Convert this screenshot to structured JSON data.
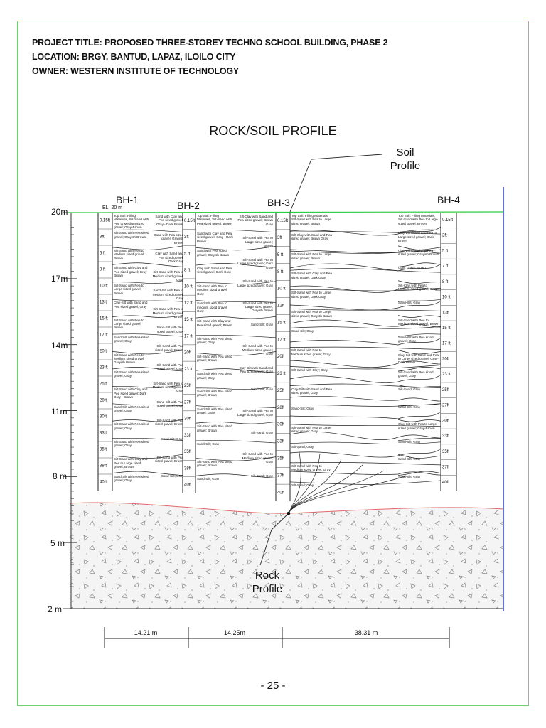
{
  "header": {
    "project_title": "PROJECT TITLE: PROPOSED THREE-STOREY TECHNO SCHOOL BUILDING, PHASE 2",
    "location": "LOCATION: BRGY. BANTUD, LAPAZ, ILOILO CITY",
    "owner": "OWNER: WESTERN INSTITUTE OF TECHNOLOGY"
  },
  "diagram": {
    "title": "ROCK/SOIL PROFILE",
    "soil_profile_label": [
      "Soil",
      "Profile"
    ],
    "rock_profile_label": [
      "Rock",
      "Profile"
    ],
    "el_label": "EL. 20 m",
    "elevations": [
      "20m",
      "17m",
      "14m",
      "11m",
      "8 m",
      "5 m",
      "2 m"
    ],
    "boreholes": [
      "BH-1",
      "BH-2",
      "BH-3",
      "BH-4"
    ],
    "distances": [
      "14.21 m",
      "14.25m",
      "38.31 m"
    ],
    "depths": {
      "bh1": [
        "0.15ft",
        "3ft",
        "6 ft",
        "8 ft",
        "10 ft",
        "13ft",
        "15 ft",
        "17 ft",
        "20ft",
        "23 ft",
        "25ft",
        "28ft",
        "30ft",
        "33ft",
        "35ft",
        "38ft",
        "40ft"
      ],
      "bh2": [
        "0.15ft",
        "3ft",
        "5 ft",
        "8 ft",
        "10 ft",
        "12 ft",
        "15 ft",
        "17 ft",
        "20ft",
        "23 ft",
        "25ft",
        "27ft",
        "30ft",
        "33ft",
        "35ft",
        "38ft",
        "40ft"
      ],
      "bh3": [
        "0.15ft",
        "3ft",
        "5 ft",
        "8 ft",
        "10 ft",
        "12ft",
        "15 ft",
        "17 ft",
        "20ft",
        "23 ft",
        "25ft",
        "28ft",
        "30ft",
        "33ft",
        "35ft",
        "37ft",
        "40ft"
      ],
      "bh4": [
        "0.15ft",
        "2ft",
        "5 ft",
        "7 ft",
        "8 ft",
        "10 ft",
        "13ft",
        "15 ft",
        "17 ft",
        "20ft",
        "23 ft",
        "25ft",
        "27ft",
        "30ft",
        "33ft",
        "35ft",
        "37ft",
        "40ft"
      ]
    },
    "layers": {
      "bh1": [
        "Top Soil: Filling Materials, Silt-Sand with Pea to Medium sized gravel; Gray-Brown",
        "Silt-Sand with Pea sized gravel; Grayish Brown",
        "Silt-Sand with Pea to Medium sized gravel; Brown",
        "Silt-Sand with Clay and Pea sized gravel; Gray-Brown",
        "Silt-Sand with Pea to Large sized gravel; Brown",
        "Clay-Silt with Sand and Pea sized gravel; Gray",
        "Silt-Sand with Pea to Large sized gravel; Brown",
        "Sand-Silt with Pea sized gravel; Gray",
        "Silt-Sand with Pea to Medium sized gravel; Grayish Brown",
        "Silt-Sand with Pea sized gravel; Gray",
        "Silt-Sand with Clay and Pea sized gravel; Dark Gray - Brown",
        "Sand-Silt with Pea sized gravel; Gray",
        "Silt-Sand with Pea sized gravel; Gray",
        "Silt-Sand with Pea sized gravel; Gray",
        "Silt-Sand with Clay and Pea to Large sized gravel; Brown",
        "Sand-Silt with Pea sized gravel; Gray"
      ],
      "bh1_right": [
        "Sand with Clay and Pea sized gravel; Gray - Dark Brown",
        "Sand with Pea sized gravel; Grayish Brown",
        "Clay with Sand and Pea sized gravel; Dark Gray",
        "Silt-Sand with Pea to Medium sized gravel; Gray",
        "Sand-Silt with Pea to medium sized gravel; Gray",
        "Silt-Sand with Pea to Medium sized gravel; Brown",
        "Sand-Silt with Pea sized gravel; Gray",
        "Silt-Sand with Pea sized gravel; Brown",
        "Silt-Sand with Pea sized gravel; Gray",
        "Silt-Sand with Pea to Medium sized gravel; Gray",
        "Sand-Silt with Pea sized gravel; Gray",
        "Silt-Sand with Pea sized gravel; Brown",
        "Sand-Silt; Gray",
        "Silt-Sand with Pea sized gravel; Brown",
        "Sand-Silt; Gray"
      ],
      "bh2": [
        "Top Soil: Filling Materials, Silt-Sand with Pea sized gravel; Brown",
        "Sand with Clay and Pea sized gravel; Gray - Dark Brown",
        "Sand with Pea sized gravel; Grayish Brown",
        "Clay with Sand and Pea sized gravel; Dark Gray",
        "Silt-Sand with Pea to Medium sized gravel; Gray",
        "Sand-Silt with Pea to medium sized gravel; Gray",
        "Silt-Sand with Clay and Pea sized gravel; Brown",
        "Silt-Sand with Pea sized gravel; Gray",
        "Silt-Sand with Pea sized gravel; Brown",
        "Sand-Silt with Pea sized gravel; Gray",
        "Sand-Silt with Pea sized gravel; Brown",
        "Sand-Silt with Pea sized gravel; Gray",
        "Silt-Sand with Pea sized gravel; Brown",
        "Sand-Silt; Gray",
        "Silt-Sand with Pea sized gravel; Brown",
        "Sand-Silt; Gray"
      ],
      "bh2_right": [
        "Silt-Clay with Sand and Pea sized gravel; Brown Gray",
        "Silt-Sand with Pea to Large sized gravel; Brown",
        "Silt-Sand with Pea to Large sized gravel; Dark Gray",
        "Silt-Sand with Pea to Large sized gravel; Gray",
        "Silt-Sand with Pea to Large sized gravel; Grayish Brown",
        "Sand-Silt; Gray",
        "Silt-Sand with Pea to Medium sized gravel; Gray",
        "Clay-Silt with Sand and Pea sized gravel; Gray",
        "Sand-Silt; Gray",
        "Silt-Sand with Pea to Large sized gravel; Gray",
        "Silt-Sand; Gray",
        "Silt-Sand with Pea to Medium sized gravel; Gray",
        "Silt-Sand; Gray"
      ],
      "bh3": [
        "Top Soil: Filling Materials, Silt-Sand with Pea to Large sized gravel; Brown",
        "Silt-Clay with Sand and Pea sized gravel; Brown Gray",
        "Silt-Sand with Pea to Large sized gravel; Brown",
        "Silt-Sand with Clay and Pea sized gravel; Dark Gray",
        "Silt-Sand with Pea to Large sized gravel; Dark Gray",
        "Silt-Sand with Pea to Large sized gravel; Grayish Brown",
        "Sand-Silt; Gray",
        "Silt-Sand with Pea to Medium sized gravel; Gray",
        "Silt-Sand with Clay; Gray",
        "Clay-Silt with Sand and Pea sized gravel; Gray",
        "Sand-Silt; Gray",
        "Silt-Sand with Pea to Large sized gravel; Gray",
        "Silt-Sand; Gray",
        "Silt-Sand with Pea to Medium sized gravel; Gray",
        "Silt-Sand; Gray"
      ],
      "bh4": [
        "Top Soil: Filling Materials, Silt-Sand with Pea to Large sized gravel; Brown",
        "Clay with Sand and Pea to Large sized gravel; Dark Brown",
        "Clay with Sand and Pea sized gravel; Grayish Brown",
        "Clay; Gray - Brown",
        "Silt-Clay with Pea to Medium sized gravel; Gray",
        "Sand-Silt; Gray",
        "Silt-Sand with Pea to Medium sized gravel; Brown",
        "Sand-Silt with Pea sized gravel; Gray",
        "Clay-Silt with Sand and Pea to Large sized gravel; Gray-Dark Brown",
        "Silt-Sand with Pea sized gravel; Gray",
        "Silt-Sand; Gray",
        "Sand-Silt; Gray",
        "Clay-Silt with Pea to Large sized gravel; Gray-Brown",
        "Sand-Silt; Gray",
        "Sand-Silt; Gray",
        "Sand-Silt; Gray"
      ]
    }
  },
  "page_number": "- 25 -",
  "colors": {
    "frame": "#6fd06f",
    "ground": "#2ecc40",
    "rock_line": "#e06a6a",
    "rock_fill": "#f4f4f4",
    "right_axis": "#2233cc"
  }
}
